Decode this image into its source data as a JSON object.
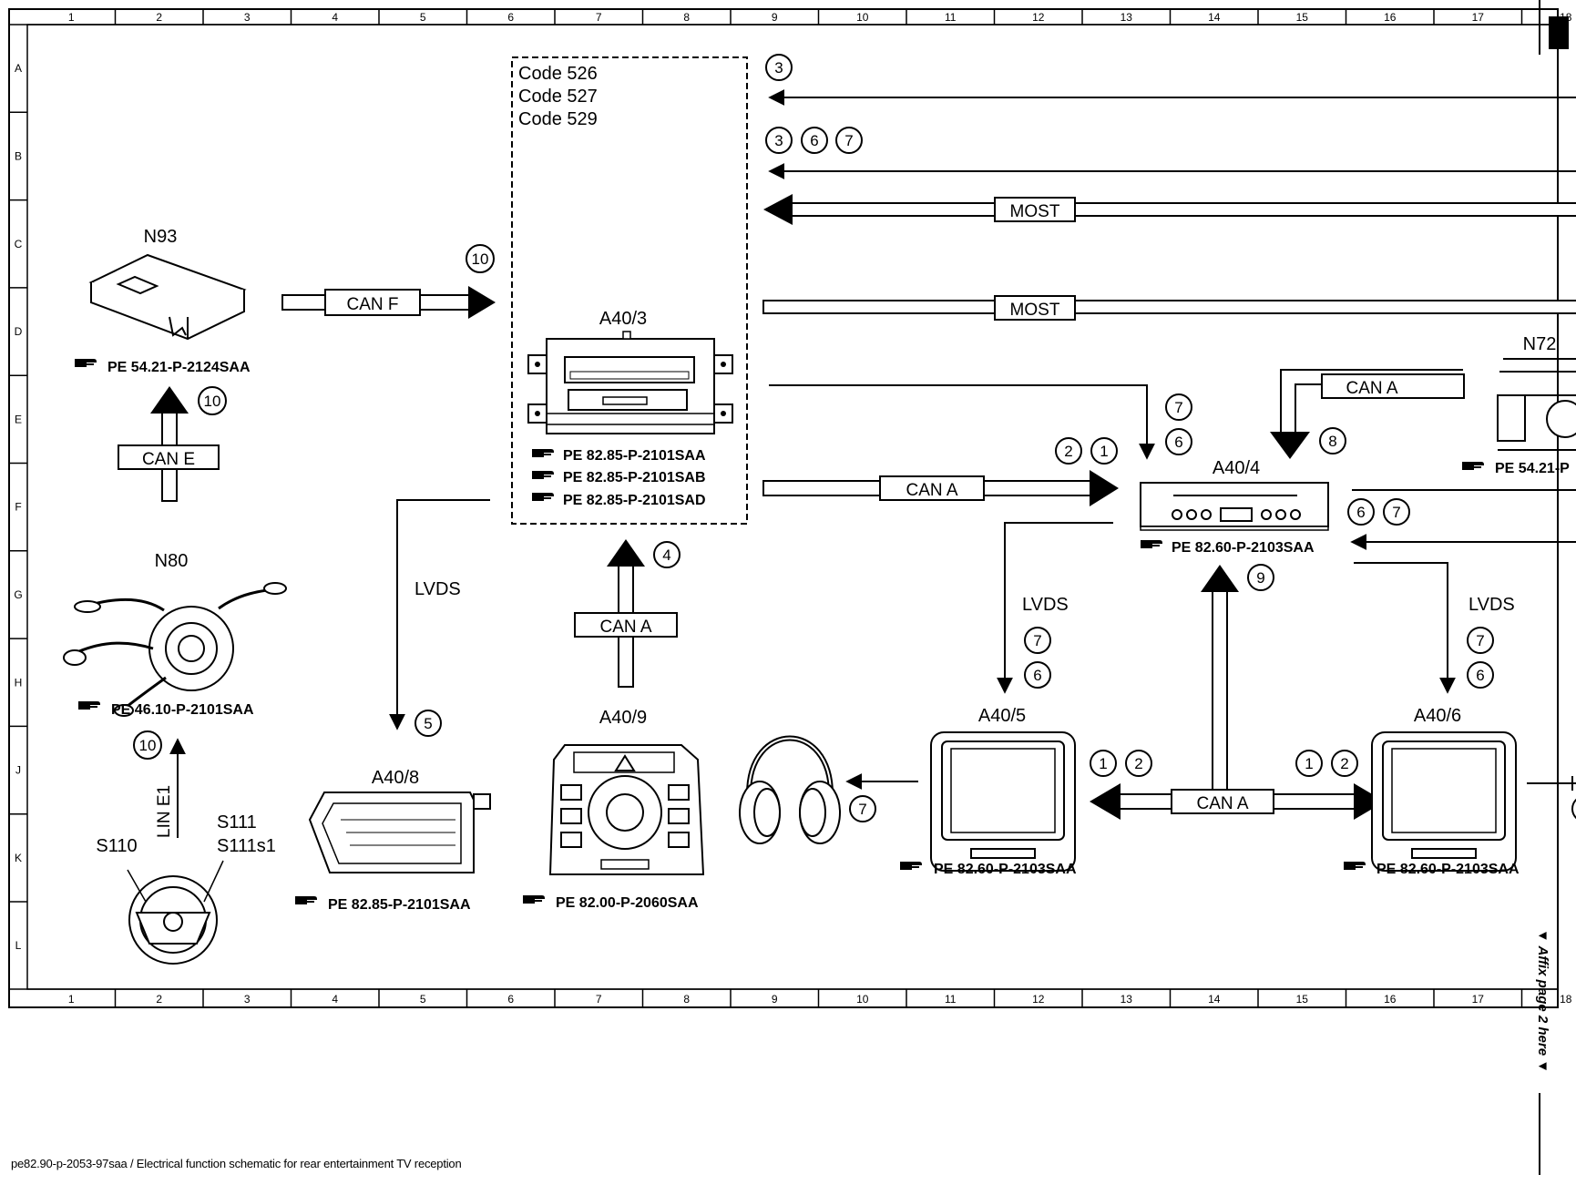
{
  "grid": {
    "columns": [
      "1",
      "2",
      "3",
      "4",
      "5",
      "6",
      "7",
      "8",
      "9",
      "10",
      "11",
      "12",
      "13",
      "14",
      "15",
      "16",
      "17",
      "18"
    ],
    "rows": [
      "A",
      "B",
      "C",
      "D",
      "E",
      "F",
      "G",
      "H",
      "J",
      "K",
      "L"
    ]
  },
  "codes": [
    "Code 526",
    "Code 527",
    "Code 529"
  ],
  "components": {
    "n93": {
      "label": "N93",
      "ref": "PE 54.21-P-2124SAA"
    },
    "a40_3": {
      "label": "A40/3",
      "refs": [
        "PE 82.85-P-2101SAA",
        "PE 82.85-P-2101SAB",
        "PE 82.85-P-2101SAD"
      ]
    },
    "n72": {
      "label": "N72",
      "ref": "PE 54.21-P"
    },
    "a40_4": {
      "label": "A40/4",
      "ref": "PE 82.60-P-2103SAA"
    },
    "n80": {
      "label": "N80",
      "ref": "PE 46.10-P-2101SAA"
    },
    "a40_8": {
      "label": "A40/8",
      "ref": "PE 82.85-P-2101SAA"
    },
    "a40_9": {
      "label": "A40/9",
      "ref": "PE 82.00-P-2060SAA"
    },
    "a40_5": {
      "label": "A40/5",
      "ref": "PE 82.60-P-2103SAA"
    },
    "a40_6": {
      "label": "A40/6",
      "ref": "PE 82.60-P-2103SAA"
    },
    "s110": {
      "label": "S110"
    },
    "s111": {
      "label": "S111",
      "label2": "S111s1"
    }
  },
  "buses": {
    "can_f": "CAN F",
    "can_e": "CAN E",
    "can_a": "CAN A",
    "most": "MOST",
    "lvds": "LVDS",
    "lin_e1": "LIN E1"
  },
  "markers": {
    "m3": "3",
    "m6": "6",
    "m7": "7",
    "m10": "10",
    "m2": "2",
    "m1": "1",
    "m8": "8",
    "m4": "4",
    "m9": "9",
    "m5": "5"
  },
  "footer": "pe82.90-p-2053-97saa / Electrical function schematic for rear entertainment TV reception",
  "affix": "▼ Affix page 2 here ▼"
}
